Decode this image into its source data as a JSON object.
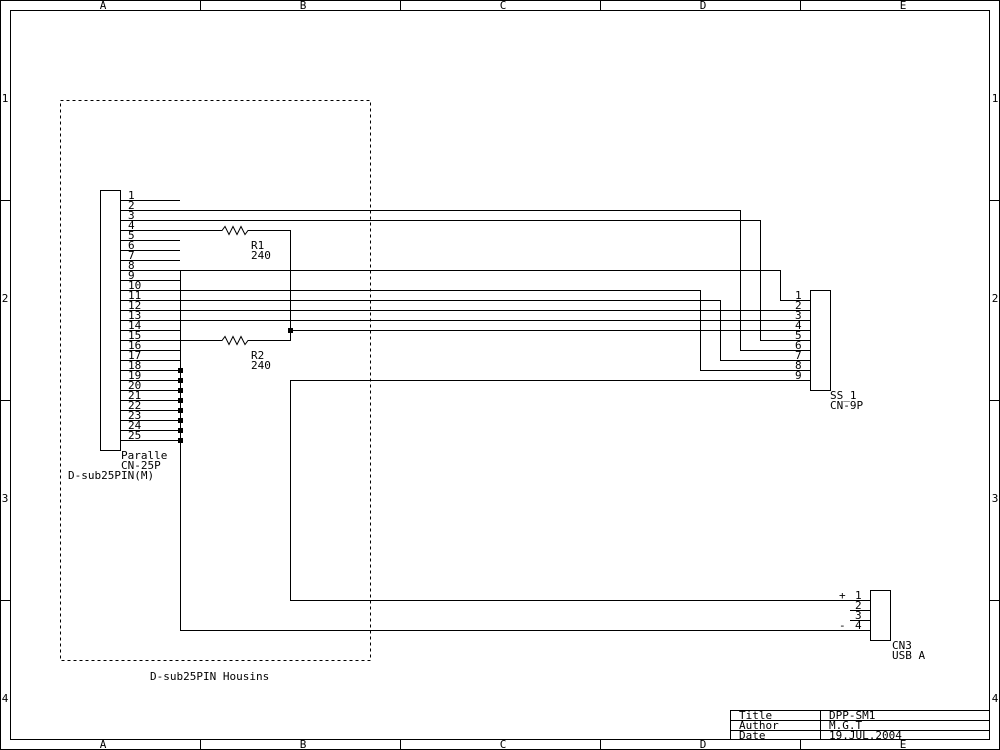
{
  "sheet": {
    "col_labels": [
      "A",
      "B",
      "C",
      "D",
      "E"
    ],
    "row_labels": [
      "1",
      "2",
      "3",
      "4"
    ]
  },
  "housing": {
    "label": "D-sub25PIN Housins"
  },
  "cn25": {
    "pins": [
      "1",
      "2",
      "3",
      "4",
      "5",
      "6",
      "7",
      "8",
      "9",
      "10",
      "11",
      "12",
      "13",
      "14",
      "15",
      "16",
      "17",
      "18",
      "19",
      "20",
      "21",
      "22",
      "23",
      "24",
      "25"
    ],
    "name": "Paralle",
    "part": "CN-25P",
    "desc": "D-sub25PIN(M)"
  },
  "r1": {
    "ref": "R1",
    "value": "240"
  },
  "r2": {
    "ref": "R2",
    "value": "240"
  },
  "ss1": {
    "pins": [
      "1",
      "2",
      "3",
      "4",
      "5",
      "6",
      "7",
      "8",
      "9"
    ],
    "ref": "SS_1",
    "part": "CN-9P"
  },
  "cn3": {
    "pins": [
      "1",
      "2",
      "3",
      "4"
    ],
    "plus": "+",
    "minus": "-",
    "ref": "CN3",
    "part": "USB A"
  },
  "title_block": {
    "rows": [
      {
        "label": "Title",
        "value": "DPP-SM1"
      },
      {
        "label": "Author",
        "value": "M.G.T"
      },
      {
        "label": "Date",
        "value": "19.JUL.2004"
      }
    ]
  }
}
